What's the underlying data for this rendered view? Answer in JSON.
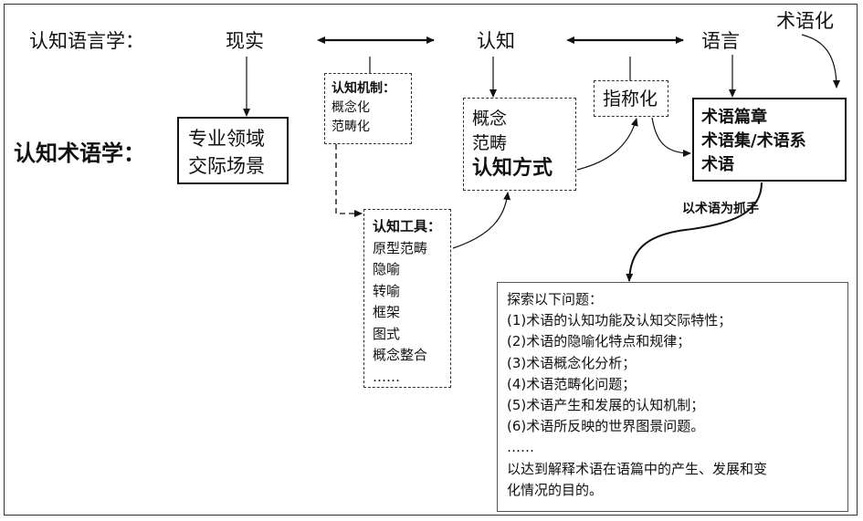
{
  "header": {
    "cognitive_linguistics": "认知语言学：",
    "reality": "现实",
    "cognition": "认知",
    "language": "语言",
    "terminologization": "术语化"
  },
  "left_title": "认知术语学：",
  "field_box": [
    "专业领域",
    "交际场景"
  ],
  "mechanism_box": {
    "title": "认知机制：",
    "items": [
      "概念化",
      "范畴化"
    ]
  },
  "tools_box": {
    "title": "认知工具：",
    "items": [
      "原型范畴",
      "隐喻",
      "转喻",
      "框架",
      "图式",
      "概念整合",
      "……"
    ]
  },
  "cognition_box": [
    "概念",
    "范畴",
    "认知方式"
  ],
  "reference_box": "指称化",
  "term_box": [
    "术语篇章",
    "术语集/术语系",
    "术语"
  ],
  "handle_label": "以术语为抓手",
  "questions_box": {
    "intro": "探索以下问题：",
    "items": [
      "(1)术语的认知功能及认知交际特性；",
      "(2)术语的隐喻化特点和规律；",
      "(3)术语概念化分析；",
      "(4)术语范畴化问题；",
      "(5)术语产生和发展的认知机制；",
      "(6)术语所反映的世界图景问题。"
    ],
    "ellipsis": "……",
    "conclusion_1": "以达到解释术语在语篇中的产生、发展和变",
    "conclusion_2": "化情况的目的。"
  }
}
